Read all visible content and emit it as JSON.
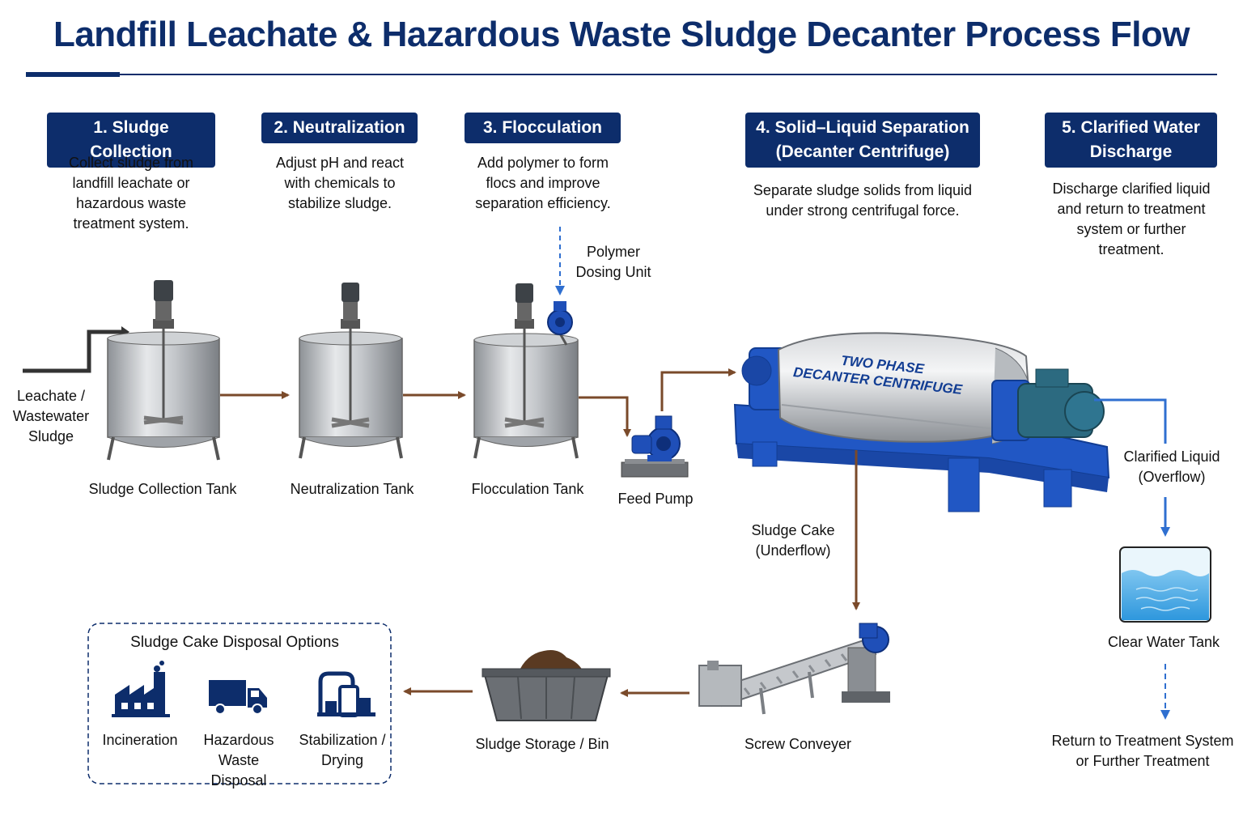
{
  "title": "Landfill Leachate & Hazardous Waste Sludge Decanter Process Flow",
  "steps": [
    {
      "badge": "1. Sludge Collection",
      "desc": "Collect sludge from\nlandfill leachate or\nhazardous waste\ntreatment system."
    },
    {
      "badge": "2. Neutralization",
      "desc": "Adjust pH and react\nwith chemicals to\nstabilize sludge."
    },
    {
      "badge": "3. Flocculation",
      "desc": "Add polymer to form\nflocs and improve\nseparation efficiency."
    },
    {
      "badge_line1": "4. Solid–Liquid Separation",
      "badge_line2": "(Decanter Centrifuge)",
      "desc": "Separate sludge solids from liquid\nunder strong centrifugal force."
    },
    {
      "badge_line1": "5. Clarified Water",
      "badge_line2": "Discharge",
      "desc": "Discharge clarified liquid\nand return to treatment\nsystem or further\ntreatment."
    }
  ],
  "equipment": {
    "inlet": "Leachate /\nWastewater\nSludge",
    "collection_tank": "Sludge Collection Tank",
    "neutralization_tank": "Neutralization Tank",
    "flocculation_tank": "Flocculation Tank",
    "polymer_unit": "Polymer\nDosing Unit",
    "feed_pump": "Feed Pump",
    "decanter_line1": "TWO PHASE",
    "decanter_line2": "DECANTER CENTRIFUGE",
    "clarified_liquid": "Clarified Liquid\n(Overflow)",
    "clear_water_tank": "Clear Water Tank",
    "return": "Return to Treatment System\nor Further Treatment",
    "sludge_cake": "Sludge Cake\n(Underflow)",
    "screw_conveyer": "Screw Conveyer",
    "storage_bin": "Sludge Storage / Bin"
  },
  "disposal": {
    "title": "Sludge Cake Disposal Options",
    "options": [
      "Incineration",
      "Hazardous Waste\nDisposal",
      "Stabilization /\nDrying"
    ]
  },
  "colors": {
    "navy": "#0d2d6b",
    "brown_arrow": "#7a4a2a",
    "blue_arrow": "#2f6fd0",
    "equipment_blue": "#1f4fb8"
  }
}
